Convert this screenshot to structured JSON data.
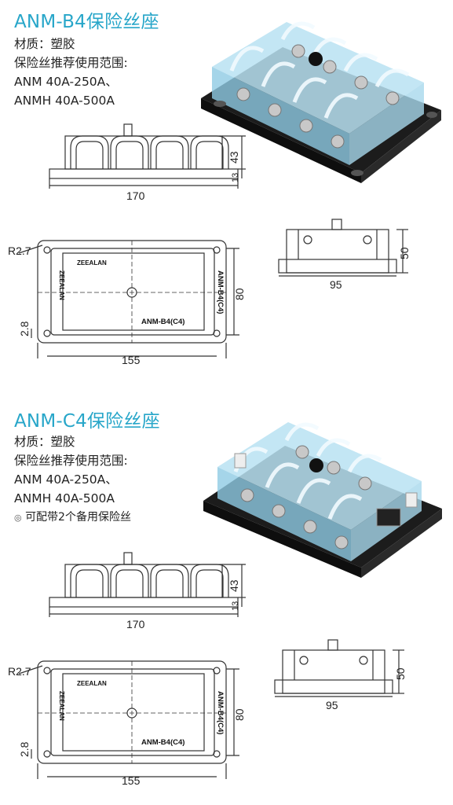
{
  "sections": [
    {
      "title": "ANM-B4保险丝座",
      "material": "材质：塑胶",
      "recommend_label": "保险丝推荐使用范围:",
      "range_1": "ANM 40A-250A、",
      "range_2": "ANMH 40A-500A",
      "dims": {
        "length": "170",
        "height": "43",
        "base": "13",
        "end_width": "50",
        "end_length": "95",
        "plate_length": "155",
        "plate_width": "80",
        "radius": "R2.7",
        "hole": "2.8"
      },
      "brand": "ZEEALAN",
      "plate_model": "ANM-B4(C4)"
    },
    {
      "title": "ANM-C4保险丝座",
      "material": "材质：塑胶",
      "recommend_label": "保险丝推荐使用范围:",
      "range_1": "ANM 40A-250A、",
      "range_2": "ANMH 40A-500A",
      "note": "可配带2个备用保险丝",
      "note_icon": "bullet-circle-icon",
      "dims": {
        "length": "170",
        "height": "43",
        "base": "13",
        "end_width": "50",
        "end_length": "95",
        "plate_length": "155",
        "plate_width": "80",
        "radius": "R2.7",
        "hole": "2.8"
      },
      "brand": "ZEEALAN",
      "plate_model": "ANM-B4(C4)"
    }
  ],
  "colors": {
    "title": "#27a6c9",
    "line": "#333333",
    "base": "#1c1c1c",
    "cover": "#9fd4ea"
  }
}
